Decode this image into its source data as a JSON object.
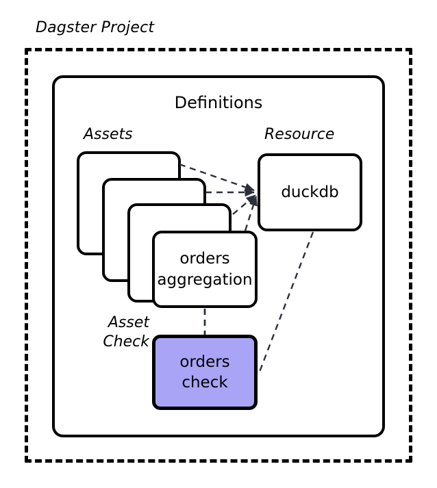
{
  "diagram": {
    "type": "block-diagram",
    "title": "Dagster Project",
    "containers": [
      {
        "name": "Dagster Project",
        "style": "dashed"
      },
      {
        "name": "Definitions",
        "style": "solid"
      }
    ],
    "groups": {
      "assets_label": "Assets",
      "resource_label": "Resource",
      "asset_check_label_line1": "Asset",
      "asset_check_label_line2": "Check"
    },
    "nodes": {
      "definitions_title": "Definitions",
      "asset_front_line1": "orders",
      "asset_front_line2": "aggregation",
      "resource": "duckdb",
      "check_line1": "orders",
      "check_line2": "check",
      "blank_asset_cards": 3
    },
    "colors": {
      "stroke": "#000000",
      "canvas": "#ffffff",
      "node_fill": "#ffffff",
      "asset_check_fill": "#a9a4f5",
      "wire": "#2b2f3a"
    },
    "edges": [
      {
        "from": "asset-card-1",
        "to": "duckdb",
        "style": "dashed",
        "arrow": true
      },
      {
        "from": "asset-card-2",
        "to": "duckdb",
        "style": "dashed",
        "arrow": true
      },
      {
        "from": "asset-card-3",
        "to": "duckdb",
        "style": "dashed",
        "arrow": true
      },
      {
        "from": "orders aggregation",
        "to": "duckdb",
        "style": "dashed",
        "arrow": true
      },
      {
        "from": "orders aggregation",
        "to": "orders check",
        "style": "dashed",
        "arrow": false
      },
      {
        "from": "duckdb",
        "to": "orders check",
        "style": "dashed",
        "arrow": false
      }
    ]
  }
}
